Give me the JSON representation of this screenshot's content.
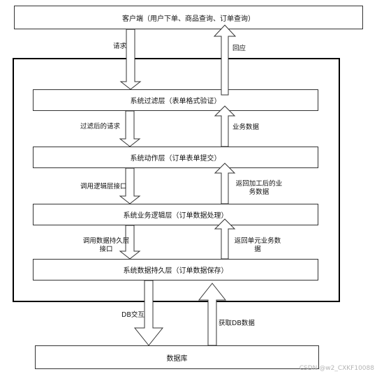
{
  "boxes": {
    "client": "客户端（用户下单、商品查询、订单查询）",
    "filter": "系统过滤层（表单格式验证）",
    "action": "系统动作层（订单表单提交）",
    "logic": "系统业务逻辑层（订单数据处理）",
    "persist": "系统数据持久层（订单数据保存）",
    "database": "数据库"
  },
  "labels": {
    "request": "请求",
    "response": "回应",
    "filtered_request": "过滤后的请求",
    "business_data": "业务数据",
    "call_logic_1": "调用逻辑层接口",
    "return_processed_1": "返回加工后的业",
    "return_processed_2": "务数据",
    "call_persist_1": "调用数据持久层",
    "call_persist_2": "接口",
    "return_unit_1": "返回单元业务数",
    "return_unit_2": "据",
    "db_exchange": "DB交互",
    "fetch_db": "获取DB数据"
  },
  "watermark": "CSDN @w2_CXKF10088"
}
